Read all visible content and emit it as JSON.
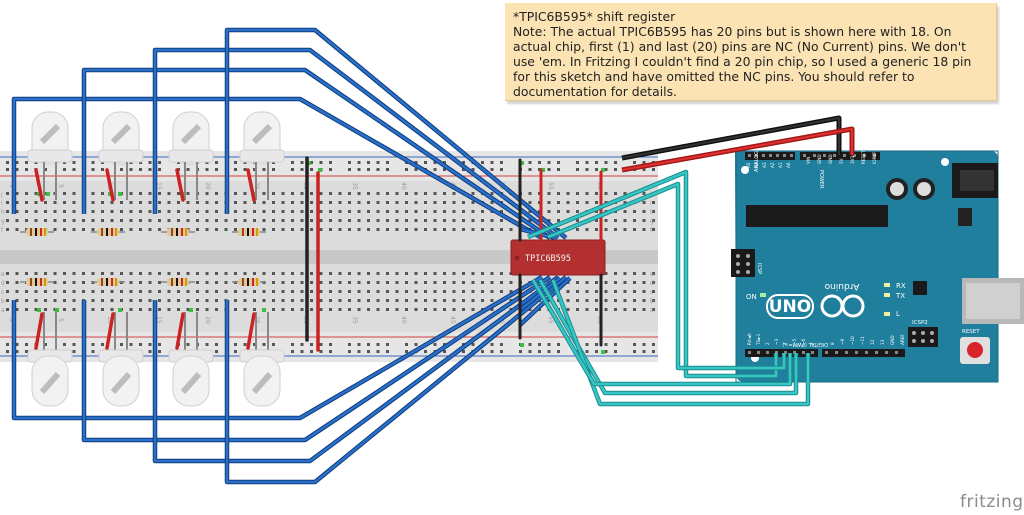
{
  "note": {
    "title": "*TPIC6B595* shift register",
    "body": "Note: The actual TPIC6B595 has 20 pins but is shown here with 18. On actual chip, first (1) and last (20) pins are NC (No Current) pins. We don't use 'em. In Fritzing I couldn't find a 20 pin chip, so I used a generic 18 pin for this sketch and have omitted the NC pins. You should refer to documentation for details."
  },
  "chip": {
    "label": "TPIC6B595"
  },
  "arduino": {
    "logo": "UNO",
    "brand": "Arduino",
    "on_label": "ON",
    "tx_label": "TX",
    "rx_label": "RX",
    "l_label": "L",
    "icsp_label": "ICSP",
    "icsp2_label": "ICSP2",
    "reset_label": "RESET",
    "digital_label": "DIGITAL (PWM=~)",
    "power_label": "POWER",
    "analog_label": "ANALOG IN",
    "power_pins": [
      "IOREF",
      "RESET",
      "3V3",
      "5V",
      "GND",
      "GND",
      "VIN"
    ],
    "analog_pins": [
      "A0",
      "A1",
      "A2",
      "A3",
      "A4",
      "A5"
    ],
    "digital_pins_left": [
      "7",
      "~6",
      "~5",
      "4",
      "~3",
      "2",
      "TX►1",
      "RX◄0"
    ],
    "digital_pins_right": [
      "AREF",
      "GND",
      "13",
      "12",
      "~11",
      "~10",
      "~9",
      "8"
    ]
  },
  "breadboard": {
    "column_numbers": [
      "1",
      "5",
      "10",
      "15",
      "20",
      "25",
      "30",
      "35",
      "40",
      "45",
      "50",
      "55",
      "60"
    ],
    "row_letters_top": [
      "j",
      "i",
      "h",
      "g",
      "f"
    ],
    "row_letters_bottom": [
      "e",
      "d",
      "c",
      "b",
      "a"
    ]
  },
  "brand": "fritzing",
  "colors": {
    "wire_blue": "#2a6fc9",
    "wire_cyan": "#36c6c6",
    "wire_red": "#cc2222",
    "wire_black": "#222222",
    "breadboard": "#dcdcdc",
    "arduino_board": "#1f7f9c",
    "chip": "#b2302f",
    "note_bg": "#fbe3b3"
  }
}
